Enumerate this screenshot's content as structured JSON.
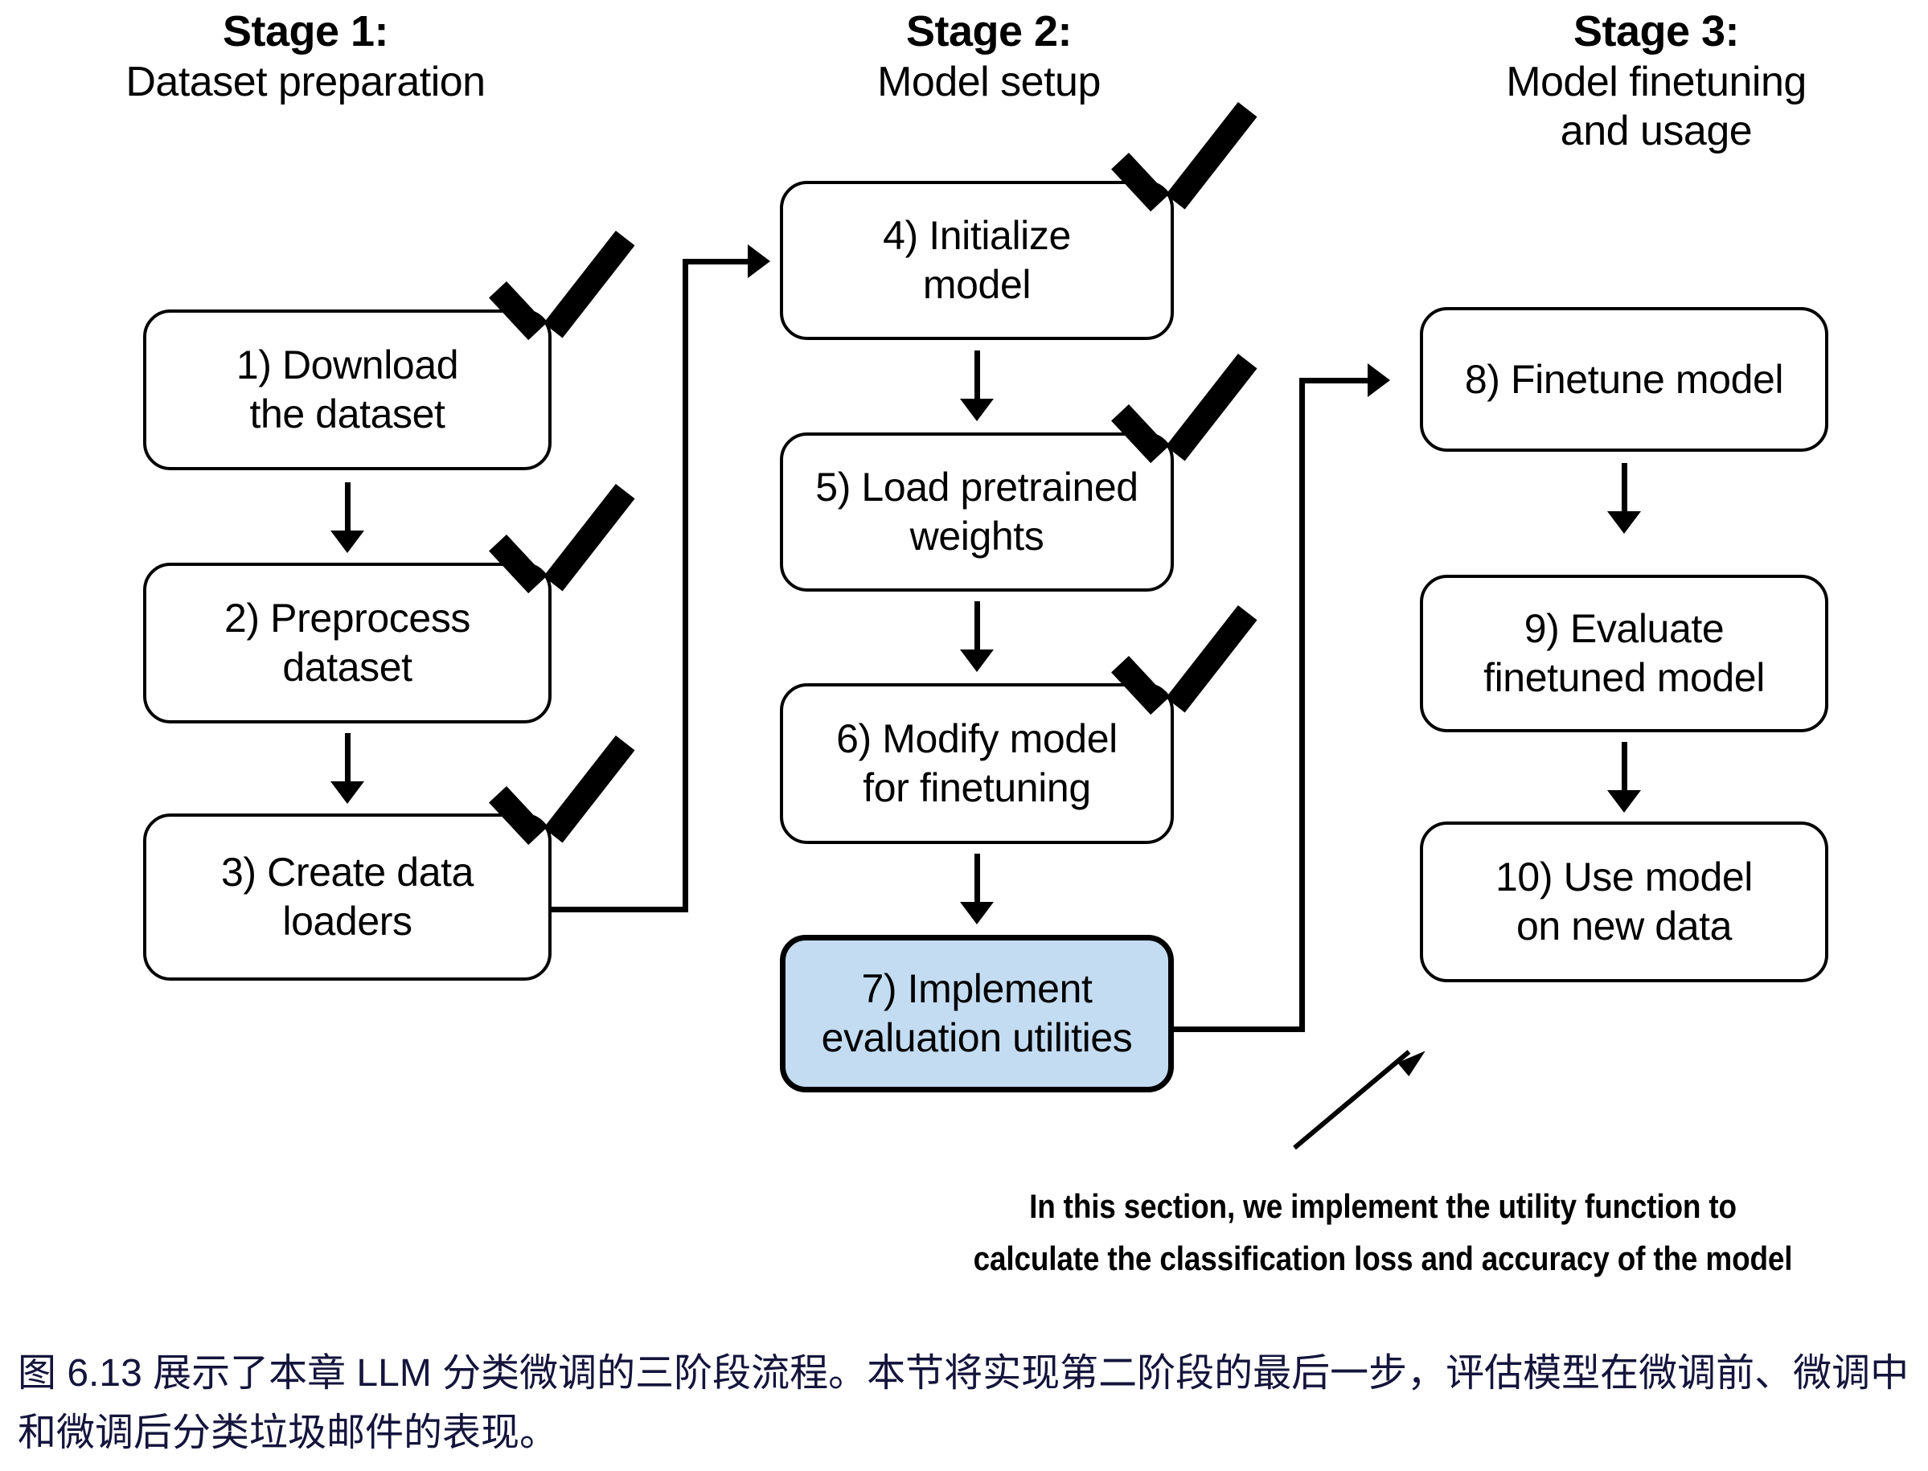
{
  "stages": [
    {
      "title": "Stage 1:",
      "subtitle": "Dataset preparation"
    },
    {
      "title": "Stage 2:",
      "subtitle": "Model setup"
    },
    {
      "title": "Stage 3:",
      "subtitle_line1": "Model finetuning",
      "subtitle_line2": "and usage"
    }
  ],
  "nodes": {
    "n1": {
      "line1": "1) Download",
      "line2": "the dataset",
      "done": true,
      "highlighted": false
    },
    "n2": {
      "line1": "2) Preprocess",
      "line2": "dataset",
      "done": true,
      "highlighted": false
    },
    "n3": {
      "line1": "3) Create data",
      "line2": "loaders",
      "done": true,
      "highlighted": false
    },
    "n4": {
      "line1": "4) Initialize",
      "line2": "model",
      "done": true,
      "highlighted": false
    },
    "n5": {
      "line1": "5) Load pretrained",
      "line2": "weights",
      "done": true,
      "highlighted": false
    },
    "n6": {
      "line1": "6) Modify model",
      "line2": "for finetuning",
      "done": true,
      "highlighted": false
    },
    "n7": {
      "line1": "7) Implement",
      "line2": "evaluation utilities",
      "done": false,
      "highlighted": true
    },
    "n8": {
      "line1": "8) Finetune model",
      "line2": "",
      "done": false,
      "highlighted": false
    },
    "n9": {
      "line1": "9) Evaluate",
      "line2": "finetuned model",
      "done": false,
      "highlighted": false
    },
    "n10": {
      "line1": "10) Use model",
      "line2": "on new data",
      "done": false,
      "highlighted": false
    }
  },
  "callout": {
    "line1": "In this section, we implement the utility function to",
    "line2": "calculate the classification loss and accuracy of the model"
  },
  "caption": {
    "text": "图 6.13 展示了本章 LLM 分类微调的三阶段流程。本节将实现第二阶段的最后一步，评估模型在微调前、微调中和微调后分类垃圾邮件的表现。"
  },
  "colors": {
    "highlight_fill": "#c3dcf2",
    "stroke": "#000000",
    "caption_text": "#14143c",
    "background": "#ffffff"
  }
}
